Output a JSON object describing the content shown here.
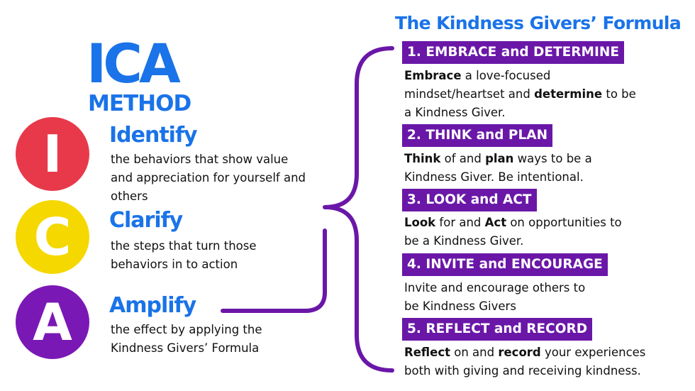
{
  "left": {
    "title": "ICA",
    "subtitle": "METHOD",
    "steps": [
      {
        "letter": "I",
        "heading": "Identify",
        "lines": [
          "the behaviors that show value",
          "and appreciation for yourself and",
          "others"
        ],
        "color": "#e8394a"
      },
      {
        "letter": "C",
        "heading": "Clarify",
        "lines": [
          "the steps that turn those",
          "behaviors in to action"
        ],
        "color": "#f5d800"
      },
      {
        "letter": "A",
        "heading": "Amplify",
        "lines": [
          "the effect by applying the",
          "Kindness Givers’ Formula"
        ],
        "color": "#7a18b5"
      }
    ]
  },
  "formula": {
    "title": "The Kindness Givers’ Formula",
    "steps": [
      {
        "heading": "1. EMBRACE and DETERMINE",
        "lines": [
          [
            {
              "t": "Embrace",
              "b": true
            },
            {
              "t": " a love-focused"
            }
          ],
          [
            {
              "t": "mindset/heartset and "
            },
            {
              "t": "determine",
              "b": true
            },
            {
              "t": " to be"
            }
          ],
          [
            {
              "t": "a Kindness Giver."
            }
          ]
        ]
      },
      {
        "heading": "2. THINK and PLAN",
        "lines": [
          [
            {
              "t": "Think",
              "b": true
            },
            {
              "t": " of and "
            },
            {
              "t": "plan",
              "b": true
            },
            {
              "t": " ways to be a"
            }
          ],
          [
            {
              "t": "Kindness Giver. Be intentional."
            }
          ]
        ]
      },
      {
        "heading": "3. LOOK and ACT",
        "lines": [
          [
            {
              "t": "Look",
              "b": true
            },
            {
              "t": " for and "
            },
            {
              "t": "Act",
              "b": true
            },
            {
              "t": " on opportunities to"
            }
          ],
          [
            {
              "t": "be a Kindness Giver."
            }
          ]
        ]
      },
      {
        "heading": "4. INVITE and ENCOURAGE",
        "lines": [
          [
            {
              "t": "Invite and encourage others to"
            }
          ],
          [
            {
              "t": "be Kindness Givers"
            }
          ]
        ]
      },
      {
        "heading": "5. REFLECT and RECORD",
        "lines": [
          [
            {
              "t": "Reflect",
              "b": true
            },
            {
              "t": " on and "
            },
            {
              "t": "record",
              "b": true
            },
            {
              "t": " your experiences"
            }
          ],
          [
            {
              "t": "both with giving and receiving kindness."
            }
          ]
        ]
      }
    ]
  },
  "colors": {
    "accent_blue": "#1a73e8",
    "purple": "#6a17a8",
    "red": "#e8394a",
    "yellow": "#f5d800"
  }
}
